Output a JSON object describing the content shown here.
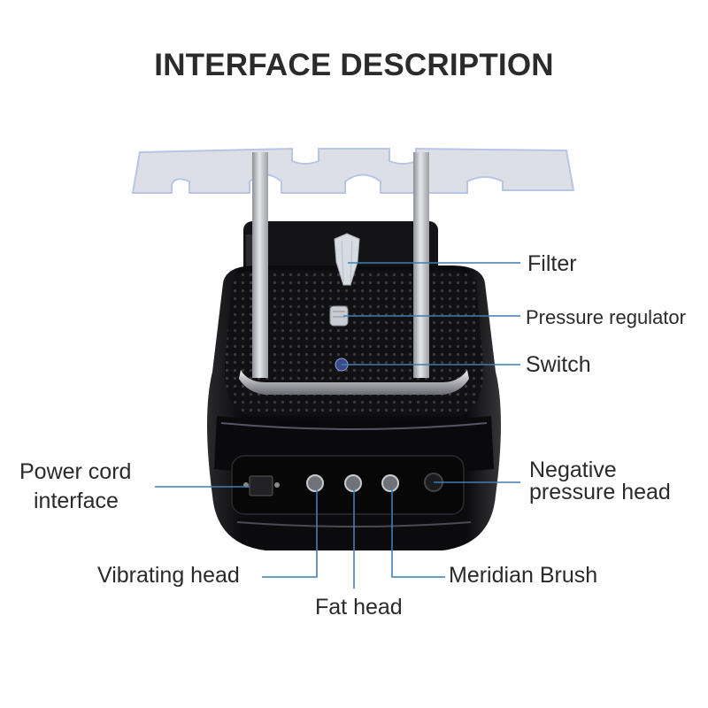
{
  "title": "INTERFACE DESCRIPTION",
  "colors": {
    "leader_line": "#3f7fb5",
    "text": "#2a2a2a",
    "device_body": "#0c0c0e",
    "acrylic": "#dfe2e8",
    "steel": "#b8bcc2"
  },
  "labels": {
    "filter": "Filter",
    "pressure_regulator": "Pressure regulator",
    "switch": "Switch",
    "power_cord_1": "Power cord",
    "power_cord_2": "interface",
    "negative_1": "Negative",
    "negative_2": "pressure head",
    "vibrating_head": "Vibrating head",
    "fat_head": "Fat head",
    "meridian_brush": "Meridian Brush"
  }
}
